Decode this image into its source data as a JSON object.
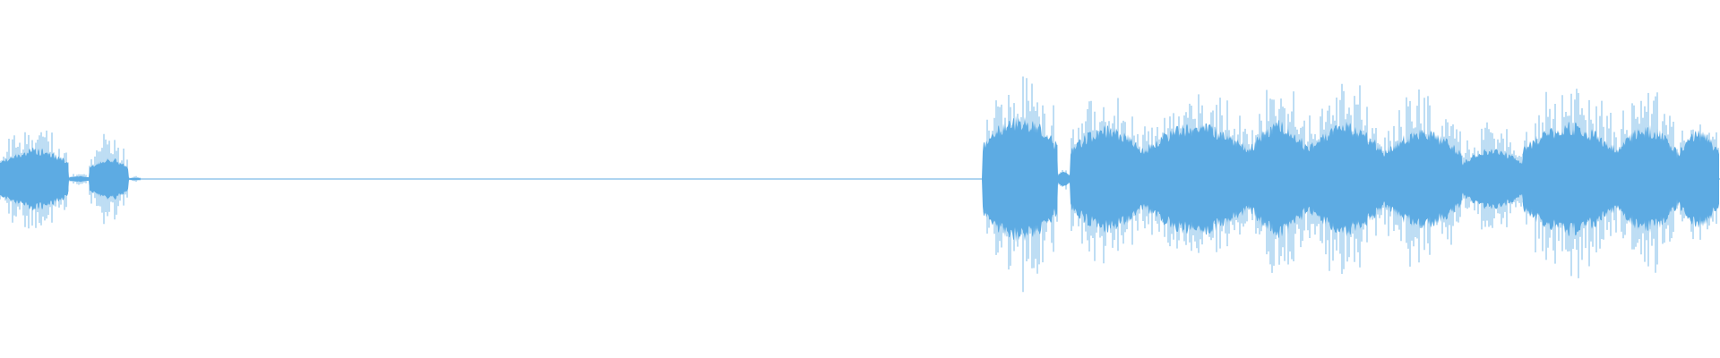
{
  "waveform": {
    "color": "#5DABE3",
    "background": "#FFFFFF",
    "duration_fraction_total": 1.0,
    "segments": [
      {
        "start": 0.0,
        "end": 0.04,
        "peak": 0.48,
        "body": 0.22
      },
      {
        "start": 0.04,
        "end": 0.052,
        "peak": 0.05,
        "body": 0.02
      },
      {
        "start": 0.052,
        "end": 0.075,
        "peak": 0.4,
        "body": 0.15
      },
      {
        "start": 0.075,
        "end": 0.082,
        "peak": 0.03,
        "body": 0.01
      },
      {
        "start": 0.082,
        "end": 0.571,
        "peak": 0.0,
        "body": 0.0
      },
      {
        "start": 0.571,
        "end": 0.615,
        "peak": 0.95,
        "body": 0.45
      },
      {
        "start": 0.615,
        "end": 0.622,
        "peak": 0.1,
        "body": 0.05
      },
      {
        "start": 0.622,
        "end": 0.665,
        "peak": 0.82,
        "body": 0.38
      },
      {
        "start": 0.665,
        "end": 0.727,
        "peak": 0.8,
        "body": 0.4
      },
      {
        "start": 0.727,
        "end": 0.76,
        "peak": 0.88,
        "body": 0.42
      },
      {
        "start": 0.76,
        "end": 0.804,
        "peak": 0.86,
        "body": 0.4
      },
      {
        "start": 0.804,
        "end": 0.85,
        "peak": 0.8,
        "body": 0.35
      },
      {
        "start": 0.85,
        "end": 0.885,
        "peak": 0.5,
        "body": 0.22
      },
      {
        "start": 0.885,
        "end": 0.94,
        "peak": 0.88,
        "body": 0.4
      },
      {
        "start": 0.94,
        "end": 0.975,
        "peak": 0.84,
        "body": 0.38
      },
      {
        "start": 0.975,
        "end": 1.0,
        "peak": 0.6,
        "body": 0.34
      }
    ]
  }
}
